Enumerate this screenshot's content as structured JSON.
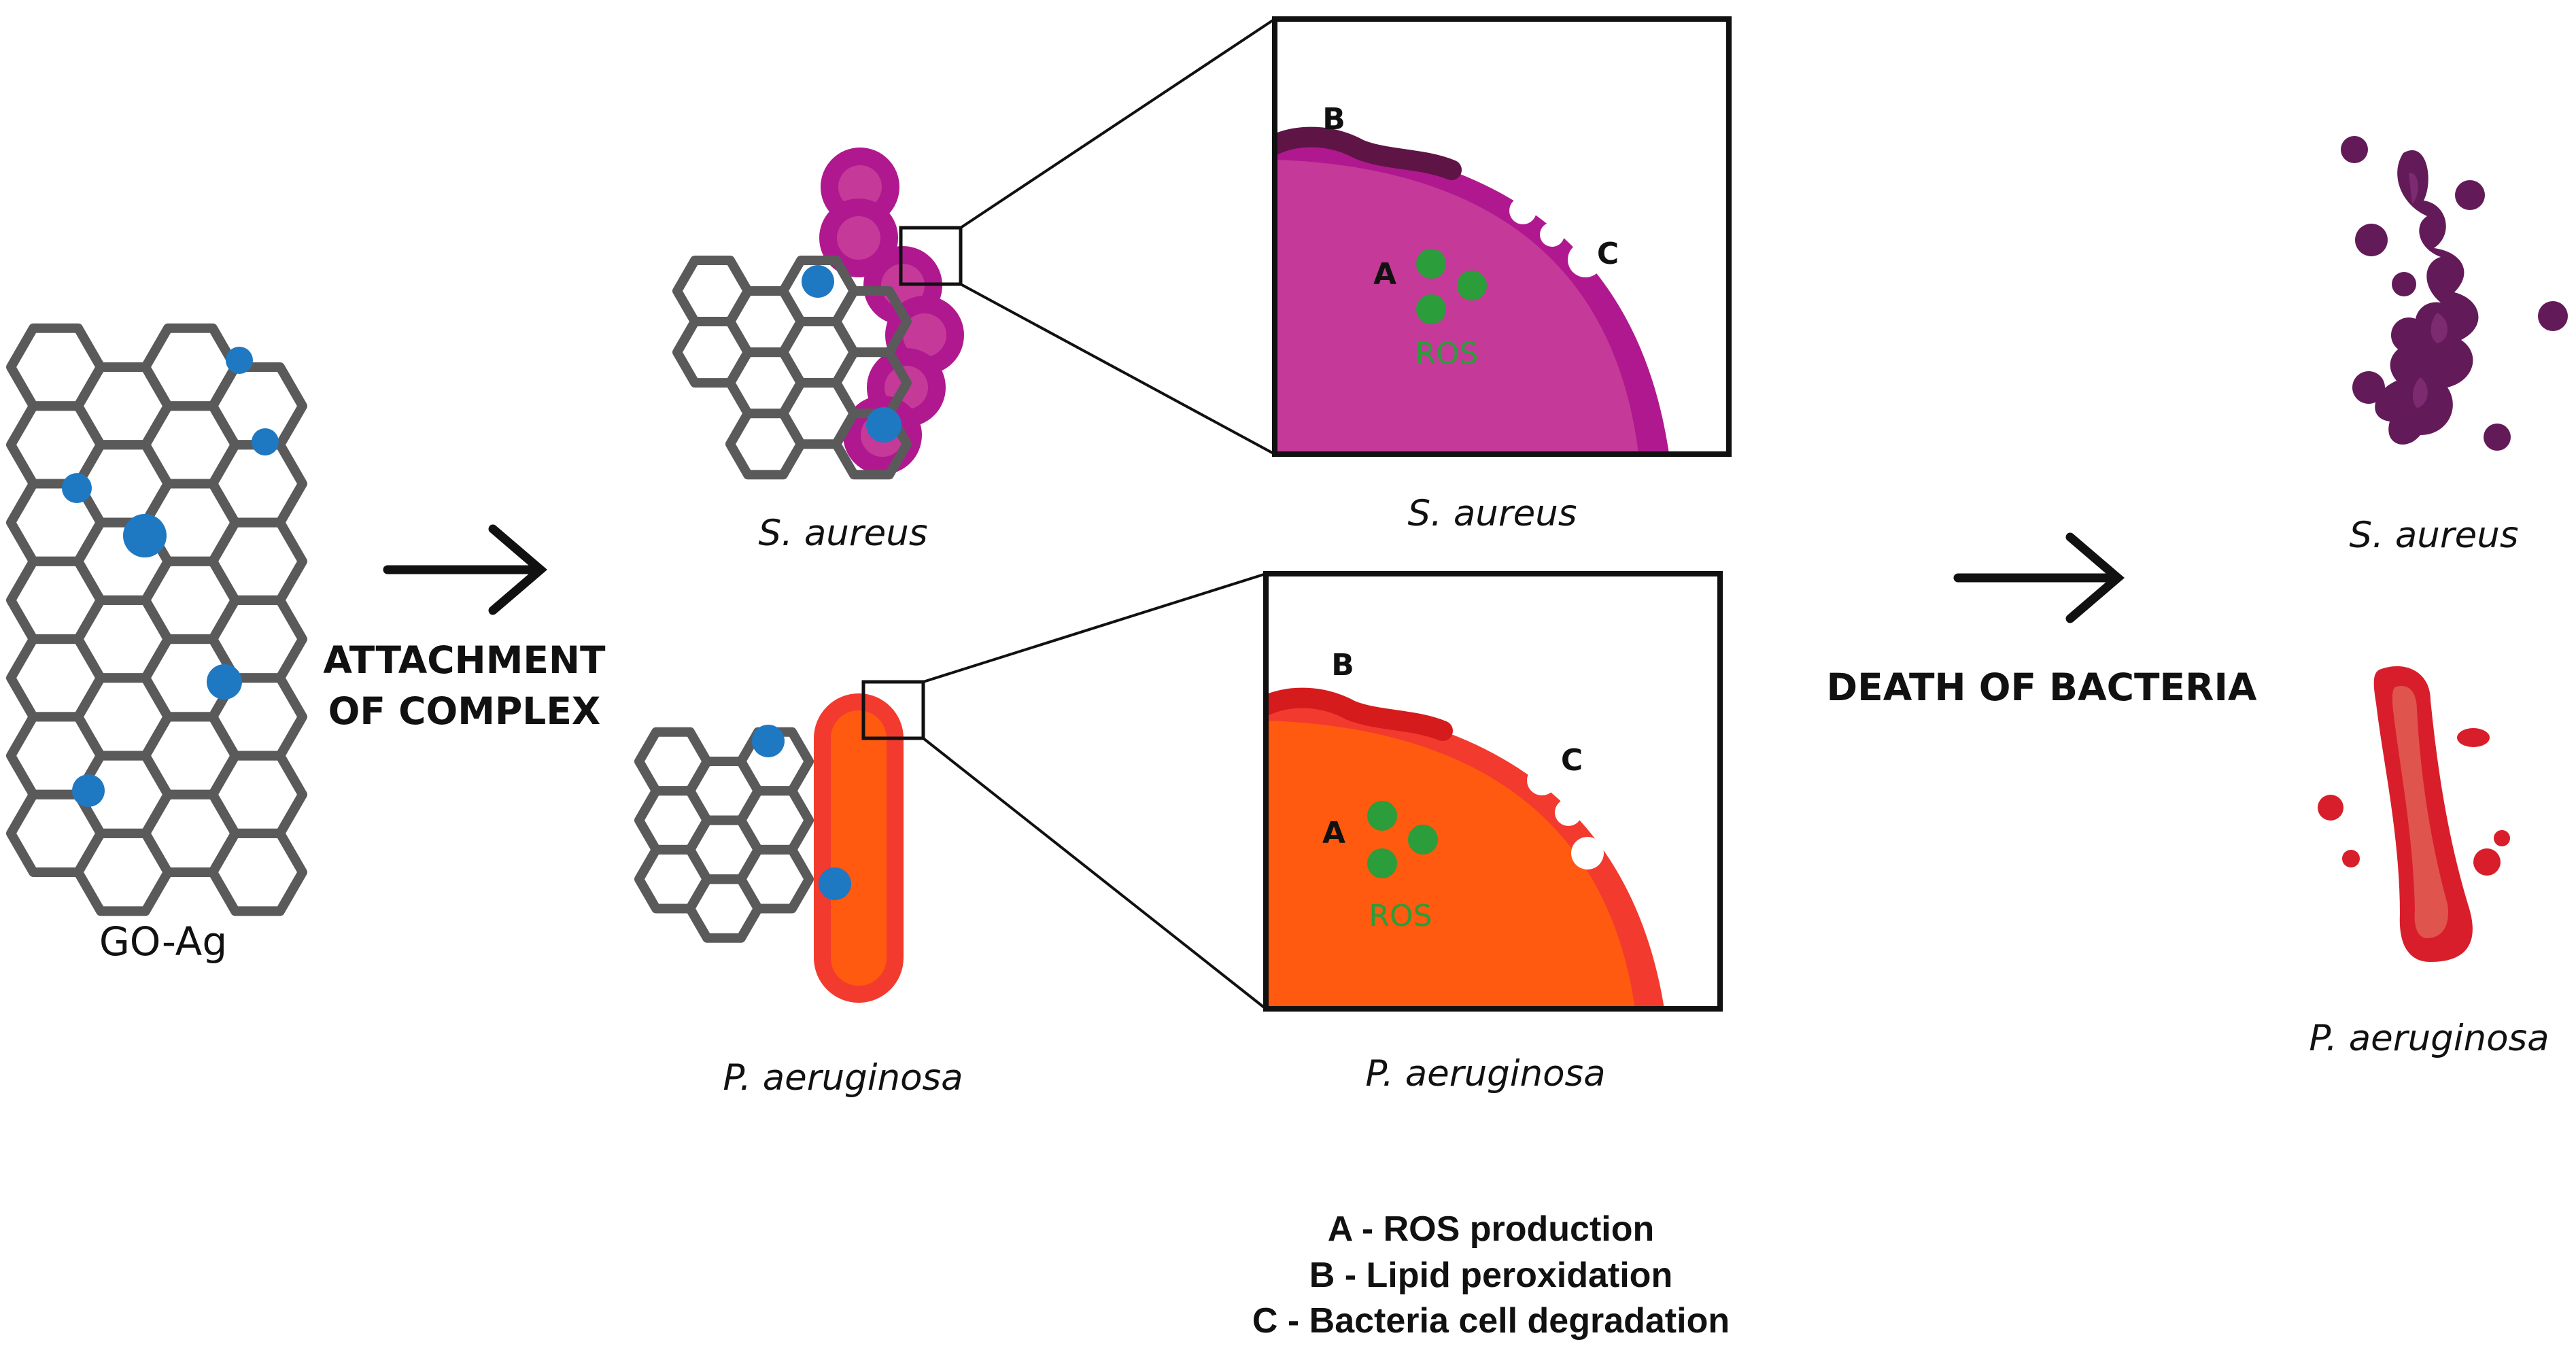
{
  "colors": {
    "lattice": "#5a5a5a",
    "silver_dot": "#1f78c2",
    "s_aureus_outer": "#b0188f",
    "s_aureus_inner": "#c53a98",
    "s_aureus_lipid": "#5e1545",
    "s_aureus_dead": "#631a58",
    "p_aeruginosa_outer": "#f23a2e",
    "p_aeruginosa_inner": "#ff5a10",
    "p_aeruginosa_lipid": "#d51b1b",
    "p_aeruginosa_dead": "#d81e2a",
    "ros": "#2b9d3a"
  },
  "left": {
    "label": "GO-Ag"
  },
  "step1": {
    "line1": "ATTACHMENT",
    "line2": "OF COMPLEX"
  },
  "step2": {
    "label": "DEATH OF BACTERIA"
  },
  "complex": {
    "s_aureus_label": "S. aureus",
    "p_aeruginosa_label": "P. aeruginosa"
  },
  "zoom": {
    "s_aureus": {
      "a": "A",
      "b": "B",
      "c": "C",
      "ros": "ROS",
      "caption": "S. aureus"
    },
    "p_aeruginosa": {
      "a": "A",
      "b": "B",
      "c": "C",
      "ros": "ROS",
      "caption": "P. aeruginosa"
    }
  },
  "dead": {
    "s_aureus_label": "S. aureus",
    "p_aeruginosa_label": "P. aeruginosa"
  },
  "legend": {
    "line_a": "A - ROS production",
    "line_b": "B - Lipid peroxidation",
    "line_c": "C - Bacteria cell degradation"
  }
}
